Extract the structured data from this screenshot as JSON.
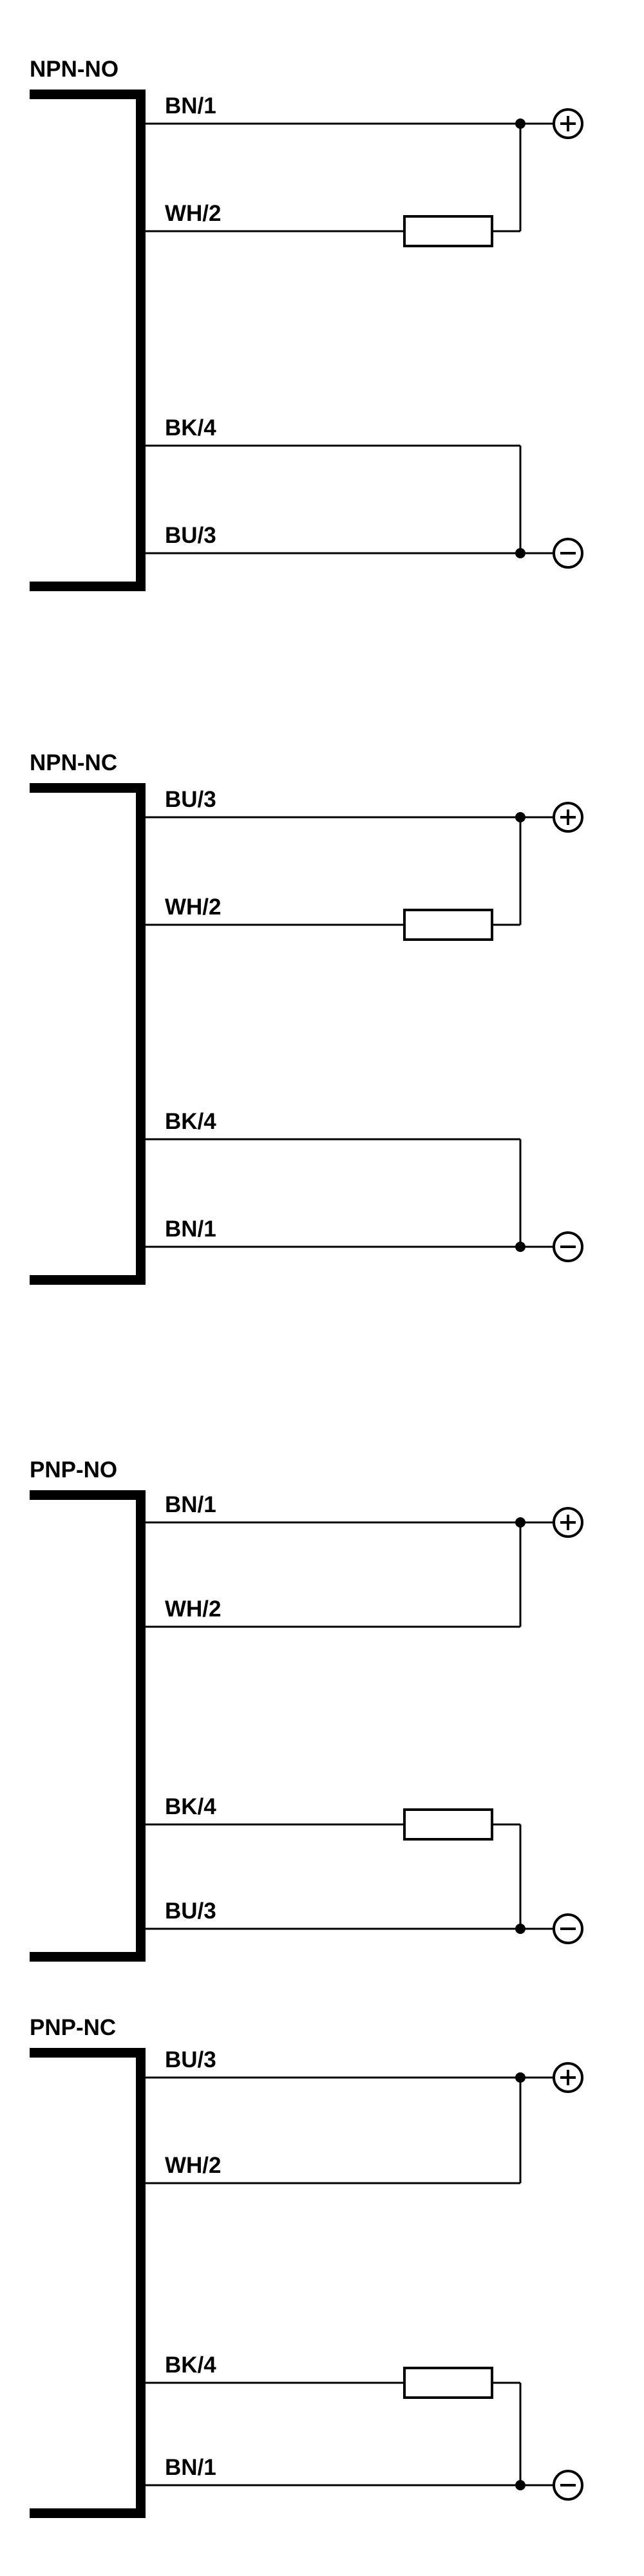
{
  "figure": {
    "type": "sensor-output-wiring-diagram",
    "line_color": "#000000",
    "background_color": "#ffffff"
  },
  "diagrams": [
    {
      "title": "NPN-NO",
      "wires": [
        "BN/1",
        "WH/2",
        "BK/4",
        "BU/3"
      ],
      "load_on_wire": "WH/2",
      "top_terminal": "+",
      "bottom_terminal": "−"
    },
    {
      "title": "NPN-NC",
      "wires": [
        "BU/3",
        "WH/2",
        "BK/4",
        "BN/1"
      ],
      "load_on_wire": "WH/2",
      "top_terminal": "+",
      "bottom_terminal": "−"
    },
    {
      "title": "PNP-NO",
      "wires": [
        "BN/1",
        "WH/2",
        "BK/4",
        "BU/3"
      ],
      "load_on_wire": "BK/4",
      "top_terminal": "+",
      "bottom_terminal": "−"
    },
    {
      "title": "PNP-NC",
      "wires": [
        "BU/3",
        "WH/2",
        "BK/4",
        "BN/1"
      ],
      "load_on_wire": "BK/4",
      "top_terminal": "+",
      "bottom_terminal": "−"
    }
  ]
}
